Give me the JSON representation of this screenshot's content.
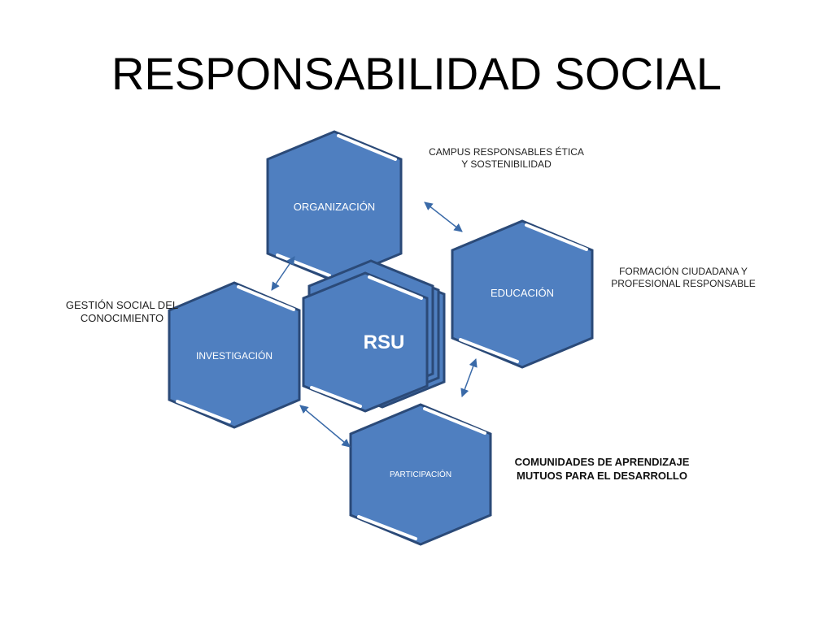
{
  "slide": {
    "title": "RESPONSABILIDAD SOCIAL"
  },
  "colors": {
    "hex_fill": "#4f7fc0",
    "hex_edge": "#2b4a78",
    "arrow": "#3a6aa8"
  },
  "hexagons": {
    "center": "RSU",
    "organizacion": "ORGANIZACIÓN",
    "educacion": "EDUCACIÓN",
    "investigacion": "INVESTIGACIÓN",
    "participacion": "PARTICIPACIÓN"
  },
  "notes": {
    "campus_line1": "CAMPUS RESPONSABLES ÉTICA",
    "campus_line2": "Y SOSTENIBILIDAD",
    "formacion_line1": "FORMACIÓN CIUDADANA Y",
    "formacion_line2": "PROFESIONAL RESPONSABLE",
    "gestion_line1": "GESTIÓN SOCIAL DEL",
    "gestion_line2": "CONOCIMIENTO",
    "comunidades_line1": "COMUNIDADES DE APRENDIZAJE",
    "comunidades_line2": "MUTUOS PARA EL DESARROLLO"
  }
}
